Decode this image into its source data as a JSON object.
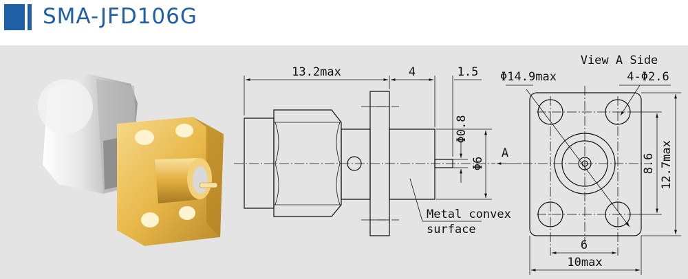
{
  "product": {
    "title": "SMA-JFD106G"
  },
  "side_view": {
    "dim_length": "13.2max",
    "dim_flange": "4",
    "dim_pin": "1.5",
    "dim_pin_dia": "Φ0.8",
    "dim_body_dia": "Φ6",
    "view_marker": "A",
    "note_line1": "Metal convex",
    "note_line2": "surface"
  },
  "front_view": {
    "label": "View A Side",
    "dim_circle": "Φ14.9max",
    "dim_holes": "4-Φ2.6",
    "dim_spacing_v": "8.6",
    "dim_size_v": "12.7max",
    "dim_spacing_h": "6",
    "dim_size_h": "10max"
  },
  "colors": {
    "brand_blue": "#1f5fa6",
    "panel_gray": "#e4e4e4",
    "gold": "#e8b84a"
  }
}
